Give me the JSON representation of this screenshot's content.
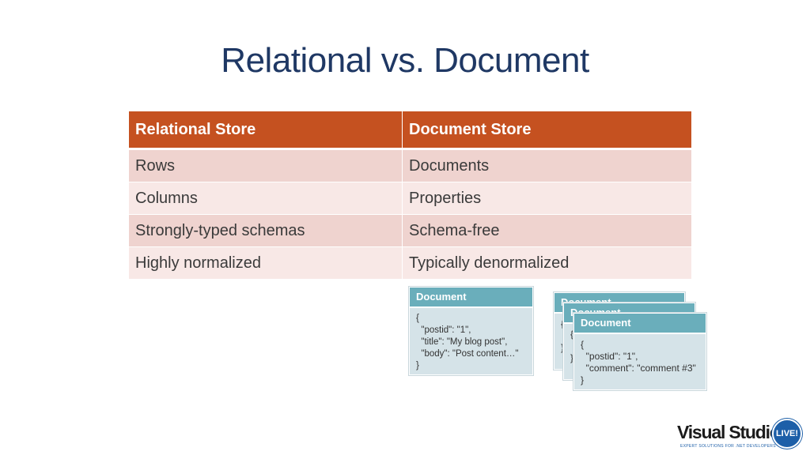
{
  "slide": {
    "title": "Relational vs. Document"
  },
  "table": {
    "headers": [
      "Relational Store",
      "Document Store"
    ],
    "rows": [
      [
        "Rows",
        "Documents"
      ],
      [
        "Columns",
        "Properties"
      ],
      [
        "Strongly-typed schemas",
        "Schema-free"
      ],
      [
        "Highly normalized",
        "Typically denormalized"
      ]
    ]
  },
  "documents": {
    "single": {
      "header": "Document",
      "body": "{\n  \"postid\": \"1\",\n  \"title\": \"My blog post\",\n  \"body\": \"Post content…\"\n}"
    },
    "stack": [
      {
        "header": "Document",
        "body": "{\n\n}"
      },
      {
        "header": "Document",
        "body": "{\n\n}"
      },
      {
        "header": "Document",
        "body": "{\n  \"postid\": \"1\",\n  \"comment\": \"comment #3\"\n}"
      }
    ]
  },
  "logo": {
    "name": "Visual Studio",
    "badge": "LIVE!",
    "tagline": "EXPERT SOLUTIONS FOR .NET DEVELOPERS"
  },
  "colors": {
    "title": "#1f3864",
    "header_bg": "#c55120",
    "row_odd": "#efd3cf",
    "row_even": "#f8e8e6",
    "doc_header": "#6aaebb",
    "doc_body": "#d5e3e8",
    "logo_badge": "#1d5fa8"
  }
}
